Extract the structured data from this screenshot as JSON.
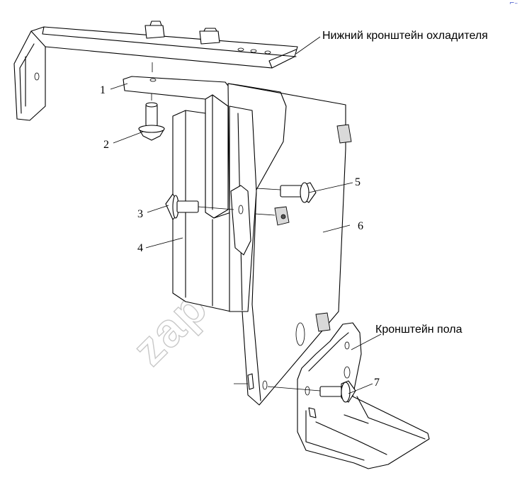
{
  "labels": {
    "upper_bracket": "Нижний кронштейн охладителя",
    "floor_bracket": "Кронштейн пола",
    "callouts": [
      "1",
      "2",
      "3",
      "4",
      "5",
      "6",
      "7"
    ]
  },
  "watermark": "zap-kam.ru",
  "corner_mark": "⌐–"
}
